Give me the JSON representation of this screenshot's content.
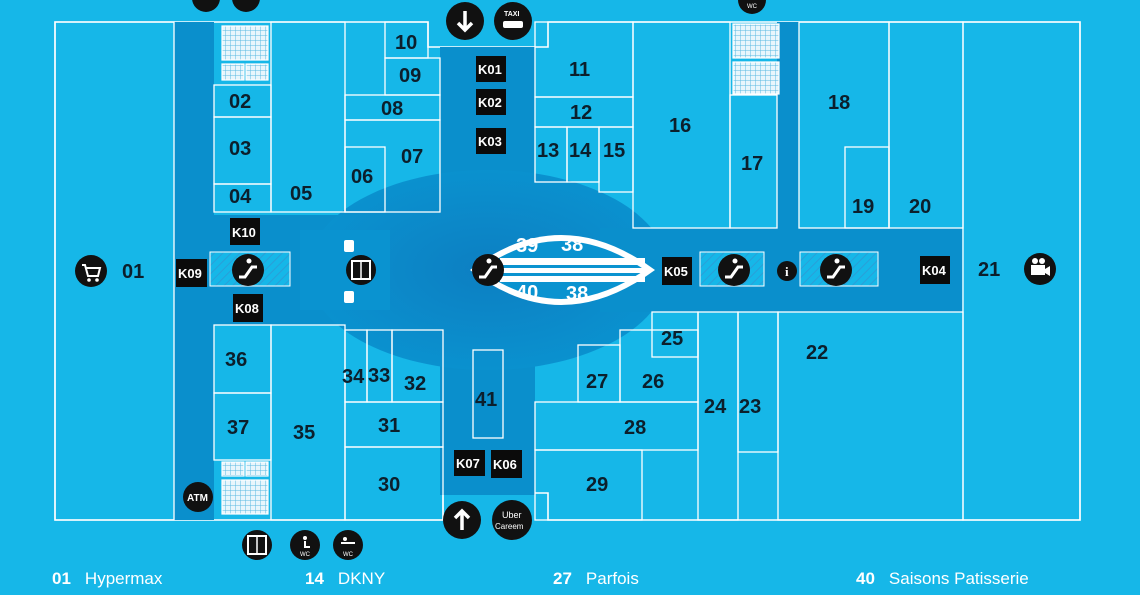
{
  "colors": {
    "background": "#16b7e8",
    "corridor": "#0a8fcc",
    "corridor_dark": "#0878b8",
    "walls": "#ffffff",
    "text": "#0c1f2c",
    "kiosk": "#0b0b0b"
  },
  "units": [
    "01",
    "02",
    "03",
    "04",
    "05",
    "06",
    "07",
    "08",
    "09",
    "10",
    "11",
    "12",
    "13",
    "14",
    "15",
    "16",
    "17",
    "18",
    "19",
    "20",
    "21",
    "22",
    "23",
    "24",
    "25",
    "26",
    "27",
    "28",
    "29",
    "30",
    "31",
    "32",
    "33",
    "34",
    "35",
    "36",
    "37",
    "38",
    "38",
    "39",
    "40",
    "41"
  ],
  "kiosks": [
    "K01",
    "K02",
    "K03",
    "K04",
    "K05",
    "K06",
    "K07",
    "K08",
    "K09",
    "K10"
  ],
  "icons": {
    "taxi_label": "TAXI",
    "uber_label_1": "Uber",
    "uber_label_2": "Careem",
    "atm_label": "ATM",
    "wc_label": "WC",
    "info_label": "i"
  },
  "legend": [
    {
      "num": "01",
      "name": "Hypermax"
    },
    {
      "num": "14",
      "name": "DKNY"
    },
    {
      "num": "27",
      "name": "Parfois"
    },
    {
      "num": "40",
      "name": "Saisons Patisserie"
    }
  ]
}
